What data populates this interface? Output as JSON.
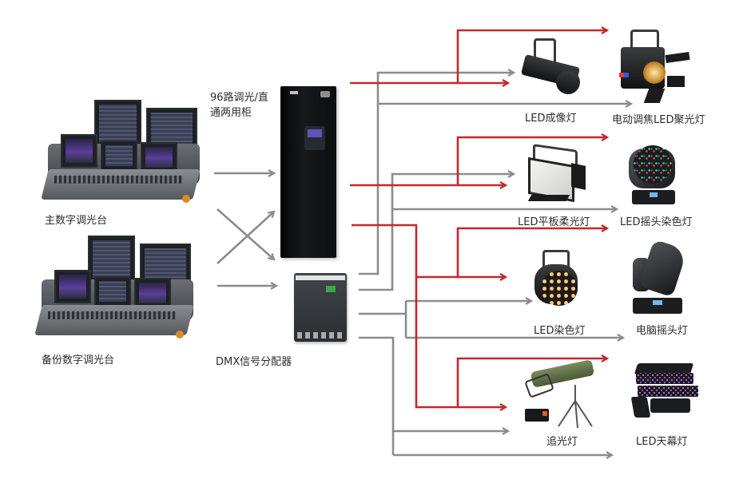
{
  "colors": {
    "power_line": "#c3282d",
    "signal_line": "#8c8c8c",
    "text": "#2b2b2b",
    "background": "#ffffff"
  },
  "legend_semantics": {
    "red_lines": "dimmer/direct output from dimmer cabinet",
    "gray_lines": "DMX signal"
  },
  "sources": {
    "main_console": {
      "label": "主数字调光台",
      "icon": "lighting-console-icon"
    },
    "backup_console": {
      "label": "备份数字调光台",
      "icon": "lighting-console-icon"
    }
  },
  "distribution": {
    "dimmer_cabinet": {
      "label_line1": "96路调光/直",
      "label_line2": "通两用柜",
      "icon": "dimmer-cabinet-icon"
    },
    "dmx_splitter": {
      "label": "DMX信号分配器",
      "icon": "dmx-splitter-icon"
    }
  },
  "fixtures": [
    {
      "id": "led-profile",
      "label": "LED成像灯",
      "icon": "profile-spotlight-icon"
    },
    {
      "id": "motorized-fresnel",
      "label": "电动调焦LED聚光灯",
      "icon": "fresnel-spotlight-icon"
    },
    {
      "id": "led-soft-panel",
      "label": "LED平板柔光灯",
      "icon": "soft-panel-light-icon"
    },
    {
      "id": "led-wash-moving-head",
      "label": "LED摇头染色灯",
      "icon": "moving-head-wash-icon"
    },
    {
      "id": "led-par",
      "label": "LED染色灯",
      "icon": "par-wash-icon"
    },
    {
      "id": "moving-head",
      "label": "电脑摇头灯",
      "icon": "moving-head-spot-icon"
    },
    {
      "id": "follow-spot",
      "label": "追光灯",
      "icon": "follow-spot-icon"
    },
    {
      "id": "led-cyc",
      "label": "LED天幕灯",
      "icon": "cyc-light-icon"
    }
  ],
  "connections": [
    {
      "from": "main_console",
      "to": "dimmer_cabinet",
      "type": "signal"
    },
    {
      "from": "main_console",
      "to": "dmx_splitter",
      "type": "signal"
    },
    {
      "from": "backup_console",
      "to": "dimmer_cabinet",
      "type": "signal"
    },
    {
      "from": "backup_console",
      "to": "dmx_splitter",
      "type": "signal"
    },
    {
      "from": "dimmer_cabinet",
      "to": "led-profile",
      "type": "power"
    },
    {
      "from": "dimmer_cabinet",
      "to": "motorized-fresnel",
      "type": "power"
    },
    {
      "from": "dimmer_cabinet",
      "to": "led-soft-panel",
      "type": "power"
    },
    {
      "from": "dimmer_cabinet",
      "to": "led-wash-moving-head",
      "type": "power"
    },
    {
      "from": "dimmer_cabinet",
      "to": "led-par",
      "type": "power"
    },
    {
      "from": "dimmer_cabinet",
      "to": "moving-head",
      "type": "power"
    },
    {
      "from": "dimmer_cabinet",
      "to": "follow-spot",
      "type": "power"
    },
    {
      "from": "dimmer_cabinet",
      "to": "led-cyc",
      "type": "power"
    },
    {
      "from": "dmx_splitter",
      "to": "led-profile",
      "type": "signal"
    },
    {
      "from": "dmx_splitter",
      "to": "motorized-fresnel",
      "type": "signal"
    },
    {
      "from": "dmx_splitter",
      "to": "led-soft-panel",
      "type": "signal"
    },
    {
      "from": "dmx_splitter",
      "to": "led-wash-moving-head",
      "type": "signal"
    },
    {
      "from": "dmx_splitter",
      "to": "led-par",
      "type": "signal"
    },
    {
      "from": "dmx_splitter",
      "to": "moving-head",
      "type": "signal"
    },
    {
      "from": "dmx_splitter",
      "to": "follow-spot",
      "type": "signal"
    },
    {
      "from": "dmx_splitter",
      "to": "led-cyc",
      "type": "signal"
    }
  ]
}
